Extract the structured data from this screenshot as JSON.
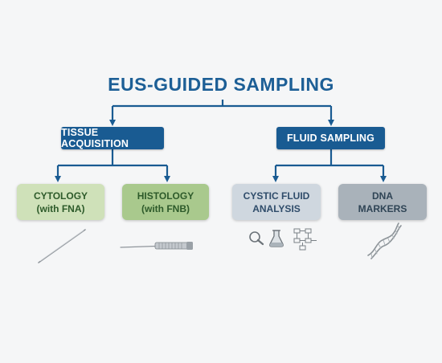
{
  "title": "EUS-GUIDED SAMPLING",
  "categories": [
    {
      "label": "TISSUE ACQUISITION"
    },
    {
      "label": "FLUID SAMPLING"
    }
  ],
  "leaves": [
    {
      "line1": "CYTOLOGY",
      "line2": "(with FNA)",
      "icon": "fine-needle-icon"
    },
    {
      "line1": "HISTOLOGY",
      "line2": "(with FNB)",
      "icon": "biopsy-needle-icon"
    },
    {
      "line1": "CYSTIC FLUID",
      "line2": "ANALYSIS",
      "icon": "magnifier-flask-flowchart-icons"
    },
    {
      "line1": "DNA",
      "line2": "MARKERS",
      "icon": "dna-helix-icon"
    }
  ],
  "colors": {
    "accent": "#195b92",
    "title": "#1d5f96",
    "green_light": "#cfe1b9",
    "green_dark": "#a9c98d",
    "grey_light": "#cfd7df",
    "grey_dark": "#a9b2ba"
  }
}
